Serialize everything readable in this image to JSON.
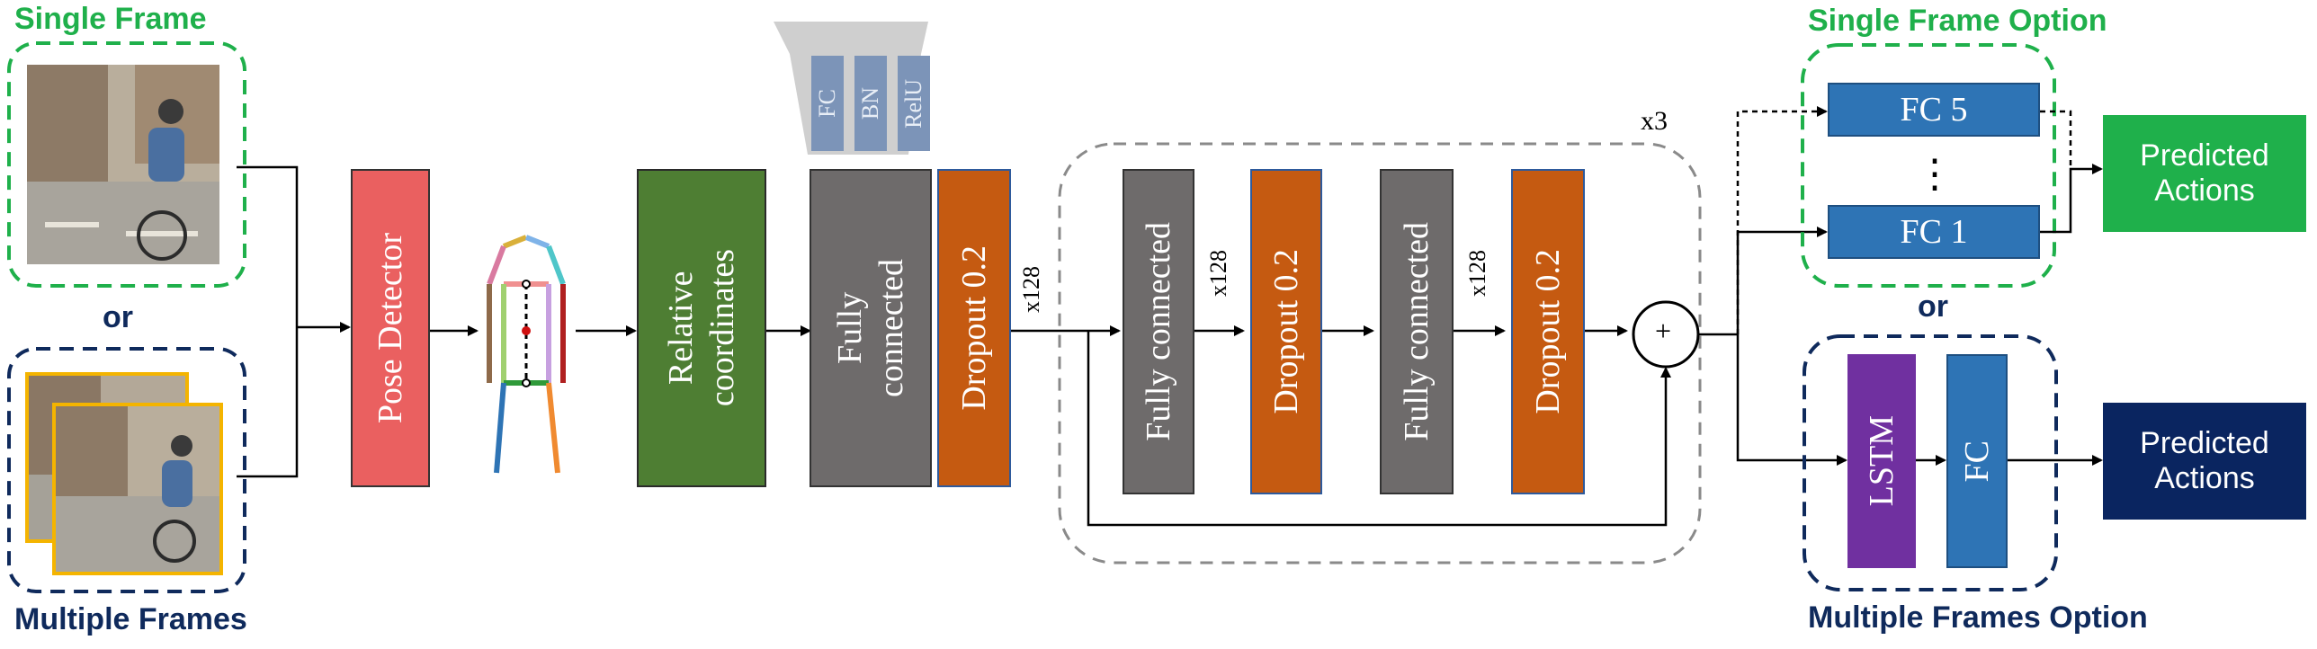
{
  "input": {
    "single_frame_label": "Single Frame",
    "or_label": "or",
    "multiple_frames_label": "Multiple Frames"
  },
  "pipeline": {
    "pose_detector": "Pose Detector",
    "relative_coordinates_line1": "Relative",
    "relative_coordinates_line2": "coordinates",
    "fc_line1": "Fully",
    "fc_line2": "connected",
    "dropout_first": "Dropout 0.2",
    "expand_fc": "FC",
    "expand_bn": "BN",
    "expand_relu": "RelU",
    "x128_a": "x128",
    "x128_b": "x128",
    "x128_c": "x128"
  },
  "residual_block": {
    "repeat": "x3",
    "fc1": "Fully connected",
    "dropout1": "Dropout 0.2",
    "fc2": "Fully connected",
    "dropout2": "Dropout 0.2",
    "sum_symbol": "+"
  },
  "outputs": {
    "single_option_label": "Single Frame Option",
    "fc5": "FC 5",
    "dots": "⋮",
    "fc1": "FC 1",
    "or_label": "or",
    "lstm": "LSTM",
    "fc": "FC",
    "multiple_option_label": "Multiple Frames Option",
    "predicted_line1": "Predicted",
    "predicted_line2": "Actions",
    "predicted2_line1": "Predicted",
    "predicted2_line2": "Actions"
  },
  "colors": {
    "green": "#1fb04b",
    "navy": "#0f2a5c",
    "pose_red": "#ea6060",
    "dark_green": "#4e7e33",
    "gray": "#6e6b6b",
    "orange": "#c55a11",
    "blue": "#2e74b5",
    "purple": "#7030a0",
    "light_blue_gray": "#7c94b8",
    "funnel": "#c9c9c9"
  }
}
